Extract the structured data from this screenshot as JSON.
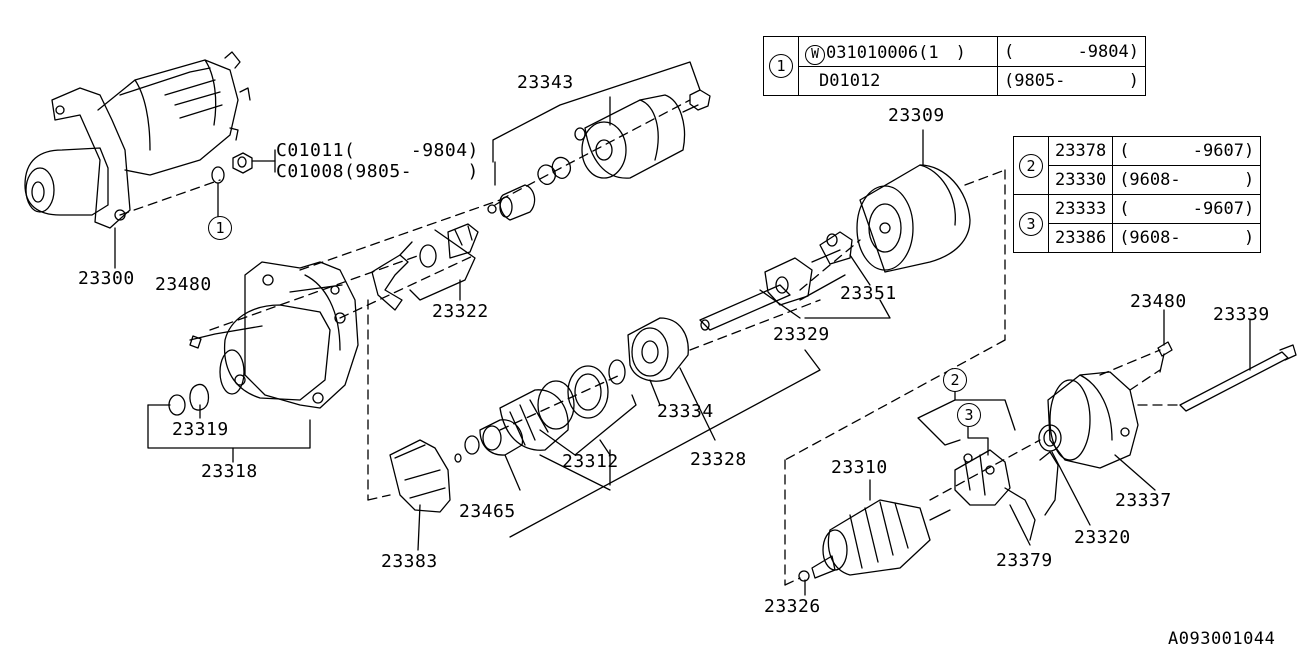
{
  "diagram_id": "A093001044",
  "part_labels": {
    "p23300": "23300",
    "p23480a": "23480",
    "p23343": "23343",
    "p23322": "23322",
    "p23319": "23319",
    "p23318": "23318",
    "p23309": "23309",
    "p23351": "23351",
    "p23329": "23329",
    "p23334": "23334",
    "p23328": "23328",
    "p23312": "23312",
    "p23465": "23465",
    "p23383": "23383",
    "p23480b": "23480",
    "p23339": "23339",
    "p23337": "23337",
    "p23320": "23320",
    "p23379": "23379",
    "p23310": "23310",
    "p23326": "23326"
  },
  "nut_notes": {
    "line1": "C01011(　　　-9804)",
    "line2": "C01008(9805-　　　)"
  },
  "callouts": {
    "c1": "1",
    "c2": "2",
    "c3": "3"
  },
  "table1": {
    "ref": "1",
    "w_mark": "W",
    "rows": [
      {
        "part": "031010006(1　)",
        "range_open": "(",
        "range_text": "-9804",
        "range_close": ")"
      },
      {
        "part": "D01012",
        "range_open": "(9805-",
        "range_text": "",
        "range_close": ")"
      }
    ]
  },
  "table2": {
    "rows": [
      {
        "ref": "2",
        "part": "23378",
        "range_open": "(",
        "range_text": "-9607",
        "range_close": ")"
      },
      {
        "ref": "",
        "part": "23330",
        "range_open": "(9608-",
        "range_text": "",
        "range_close": ")"
      },
      {
        "ref": "3",
        "part": "23333",
        "range_open": "(",
        "range_text": "-9607",
        "range_close": ")"
      },
      {
        "ref": "",
        "part": "23386",
        "range_open": "(9608-",
        "range_text": "",
        "range_close": ")"
      }
    ]
  }
}
